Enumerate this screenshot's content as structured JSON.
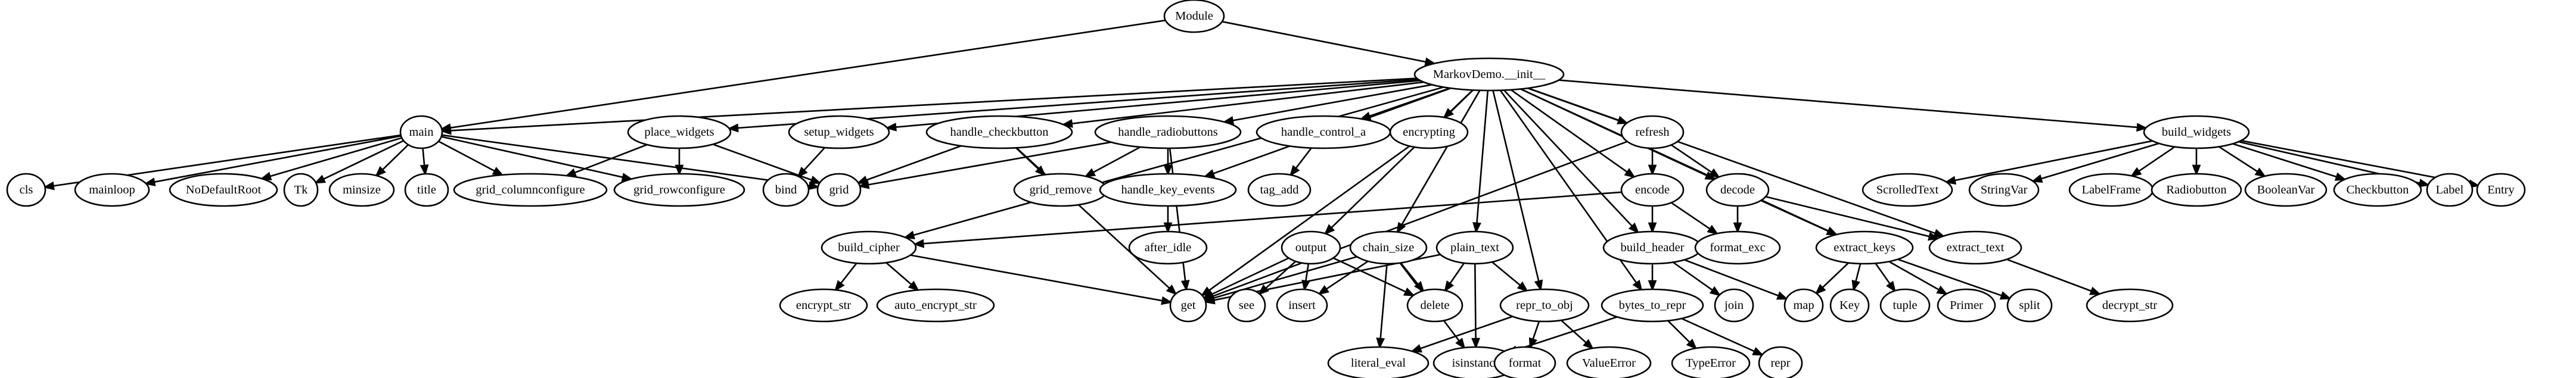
{
  "graph": {
    "nodes": [
      {
        "id": "module",
        "label": "Module"
      },
      {
        "id": "markov_init",
        "label": "MarkovDemo.__init__"
      },
      {
        "id": "main",
        "label": "main"
      },
      {
        "id": "place_widgets",
        "label": "place_widgets"
      },
      {
        "id": "setup_widgets",
        "label": "setup_widgets"
      },
      {
        "id": "handle_checkbutton",
        "label": "handle_checkbutton"
      },
      {
        "id": "handle_radiobuttons",
        "label": "handle_radiobuttons"
      },
      {
        "id": "handle_control_a",
        "label": "handle_control_a"
      },
      {
        "id": "encrypting",
        "label": "encrypting"
      },
      {
        "id": "refresh",
        "label": "refresh"
      },
      {
        "id": "build_widgets",
        "label": "build_widgets"
      },
      {
        "id": "cls",
        "label": "cls"
      },
      {
        "id": "mainloop",
        "label": "mainloop"
      },
      {
        "id": "NoDefaultRoot",
        "label": "NoDefaultRoot"
      },
      {
        "id": "Tk",
        "label": "Tk"
      },
      {
        "id": "minsize",
        "label": "minsize"
      },
      {
        "id": "title",
        "label": "title"
      },
      {
        "id": "grid_columnconfigure",
        "label": "grid_columnconfigure"
      },
      {
        "id": "grid_rowconfigure",
        "label": "grid_rowconfigure"
      },
      {
        "id": "bind",
        "label": "bind"
      },
      {
        "id": "grid",
        "label": "grid"
      },
      {
        "id": "grid_remove",
        "label": "grid_remove"
      },
      {
        "id": "handle_key_events",
        "label": "handle_key_events"
      },
      {
        "id": "tag_add",
        "label": "tag_add"
      },
      {
        "id": "encode",
        "label": "encode"
      },
      {
        "id": "decode",
        "label": "decode"
      },
      {
        "id": "ScrolledText",
        "label": "ScrolledText"
      },
      {
        "id": "StringVar",
        "label": "StringVar"
      },
      {
        "id": "LabelFrame",
        "label": "LabelFrame"
      },
      {
        "id": "Radiobutton",
        "label": "Radiobutton"
      },
      {
        "id": "BooleanVar",
        "label": "BooleanVar"
      },
      {
        "id": "Checkbutton",
        "label": "Checkbutton"
      },
      {
        "id": "Label",
        "label": "Label"
      },
      {
        "id": "Entry",
        "label": "Entry"
      },
      {
        "id": "after_idle",
        "label": "after_idle"
      },
      {
        "id": "build_cipher",
        "label": "build_cipher"
      },
      {
        "id": "output",
        "label": "output"
      },
      {
        "id": "chain_size",
        "label": "chain_size"
      },
      {
        "id": "plain_text",
        "label": "plain_text"
      },
      {
        "id": "build_header",
        "label": "build_header"
      },
      {
        "id": "format_exc",
        "label": "format_exc"
      },
      {
        "id": "extract_keys",
        "label": "extract_keys"
      },
      {
        "id": "extract_text",
        "label": "extract_text"
      },
      {
        "id": "encrypt_str",
        "label": "encrypt_str"
      },
      {
        "id": "auto_encrypt_str",
        "label": "auto_encrypt_str"
      },
      {
        "id": "get",
        "label": "get"
      },
      {
        "id": "see",
        "label": "see"
      },
      {
        "id": "insert",
        "label": "insert"
      },
      {
        "id": "delete",
        "label": "delete"
      },
      {
        "id": "repr_to_obj",
        "label": "repr_to_obj"
      },
      {
        "id": "bytes_to_repr",
        "label": "bytes_to_repr"
      },
      {
        "id": "join",
        "label": "join"
      },
      {
        "id": "map",
        "label": "map"
      },
      {
        "id": "Key",
        "label": "Key"
      },
      {
        "id": "tuple",
        "label": "tuple"
      },
      {
        "id": "Primer",
        "label": "Primer"
      },
      {
        "id": "split",
        "label": "split"
      },
      {
        "id": "decrypt_str",
        "label": "decrypt_str"
      },
      {
        "id": "literal_eval",
        "label": "literal_eval"
      },
      {
        "id": "isinstance",
        "label": "isinstance"
      },
      {
        "id": "format",
        "label": "format"
      },
      {
        "id": "ValueError",
        "label": "ValueError"
      },
      {
        "id": "TypeError",
        "label": "TypeError"
      },
      {
        "id": "repr",
        "label": "repr"
      }
    ],
    "edges": [
      [
        "module",
        "markov_init"
      ],
      [
        "module",
        "main"
      ],
      [
        "markov_init",
        "main"
      ],
      [
        "markov_init",
        "place_widgets"
      ],
      [
        "markov_init",
        "setup_widgets"
      ],
      [
        "markov_init",
        "handle_checkbutton"
      ],
      [
        "markov_init",
        "handle_radiobuttons"
      ],
      [
        "markov_init",
        "handle_control_a"
      ],
      [
        "markov_init",
        "encrypting"
      ],
      [
        "markov_init",
        "refresh"
      ],
      [
        "markov_init",
        "build_widgets"
      ],
      [
        "markov_init",
        "handle_key_events"
      ],
      [
        "markov_init",
        "build_cipher"
      ],
      [
        "markov_init",
        "output"
      ],
      [
        "markov_init",
        "chain_size"
      ],
      [
        "markov_init",
        "plain_text"
      ],
      [
        "markov_init",
        "repr_to_obj"
      ],
      [
        "markov_init",
        "bytes_to_repr"
      ],
      [
        "markov_init",
        "encode"
      ],
      [
        "markov_init",
        "decode"
      ],
      [
        "markov_init",
        "build_header"
      ],
      [
        "markov_init",
        "extract_keys"
      ],
      [
        "markov_init",
        "extract_text"
      ],
      [
        "main",
        "cls"
      ],
      [
        "main",
        "mainloop"
      ],
      [
        "main",
        "NoDefaultRoot"
      ],
      [
        "main",
        "Tk"
      ],
      [
        "main",
        "minsize"
      ],
      [
        "main",
        "title"
      ],
      [
        "main",
        "grid_columnconfigure"
      ],
      [
        "main",
        "grid_rowconfigure"
      ],
      [
        "main",
        "grid"
      ],
      [
        "place_widgets",
        "grid_columnconfigure"
      ],
      [
        "place_widgets",
        "grid_rowconfigure"
      ],
      [
        "place_widgets",
        "grid"
      ],
      [
        "setup_widgets",
        "bind"
      ],
      [
        "handle_checkbutton",
        "grid"
      ],
      [
        "handle_checkbutton",
        "grid_remove"
      ],
      [
        "handle_checkbutton",
        "get"
      ],
      [
        "handle_radiobuttons",
        "grid"
      ],
      [
        "handle_radiobuttons",
        "grid_remove"
      ],
      [
        "handle_radiobuttons",
        "handle_key_events"
      ],
      [
        "handle_radiobuttons",
        "get"
      ],
      [
        "handle_control_a",
        "tag_add"
      ],
      [
        "encrypting",
        "get"
      ],
      [
        "refresh",
        "encode"
      ],
      [
        "refresh",
        "decode"
      ],
      [
        "refresh",
        "get"
      ],
      [
        "build_widgets",
        "ScrolledText"
      ],
      [
        "build_widgets",
        "StringVar"
      ],
      [
        "build_widgets",
        "LabelFrame"
      ],
      [
        "build_widgets",
        "Radiobutton"
      ],
      [
        "build_widgets",
        "BooleanVar"
      ],
      [
        "build_widgets",
        "Checkbutton"
      ],
      [
        "build_widgets",
        "Label"
      ],
      [
        "build_widgets",
        "Entry"
      ],
      [
        "handle_key_events",
        "after_idle"
      ],
      [
        "encode",
        "build_cipher"
      ],
      [
        "encode",
        "build_header"
      ],
      [
        "encode",
        "format_exc"
      ],
      [
        "decode",
        "format_exc"
      ],
      [
        "decode",
        "extract_keys"
      ],
      [
        "decode",
        "extract_text"
      ],
      [
        "build_cipher",
        "encrypt_str"
      ],
      [
        "build_cipher",
        "auto_encrypt_str"
      ],
      [
        "build_cipher",
        "get"
      ],
      [
        "output",
        "get"
      ],
      [
        "output",
        "see"
      ],
      [
        "output",
        "insert"
      ],
      [
        "output",
        "delete"
      ],
      [
        "chain_size",
        "get"
      ],
      [
        "chain_size",
        "insert"
      ],
      [
        "chain_size",
        "delete"
      ],
      [
        "chain_size",
        "isinstance"
      ],
      [
        "chain_size",
        "literal_eval"
      ],
      [
        "plain_text",
        "get"
      ],
      [
        "plain_text",
        "delete"
      ],
      [
        "plain_text",
        "repr_to_obj"
      ],
      [
        "plain_text",
        "isinstance"
      ],
      [
        "build_header",
        "bytes_to_repr"
      ],
      [
        "build_header",
        "join"
      ],
      [
        "build_header",
        "map"
      ],
      [
        "extract_keys",
        "map"
      ],
      [
        "extract_keys",
        "Key"
      ],
      [
        "extract_keys",
        "tuple"
      ],
      [
        "extract_keys",
        "Primer"
      ],
      [
        "extract_keys",
        "split"
      ],
      [
        "extract_text",
        "decrypt_str"
      ],
      [
        "repr_to_obj",
        "literal_eval"
      ],
      [
        "repr_to_obj",
        "format"
      ],
      [
        "repr_to_obj",
        "ValueError"
      ],
      [
        "bytes_to_repr",
        "isinstance"
      ],
      [
        "bytes_to_repr",
        "TypeError"
      ],
      [
        "bytes_to_repr",
        "repr"
      ]
    ]
  }
}
